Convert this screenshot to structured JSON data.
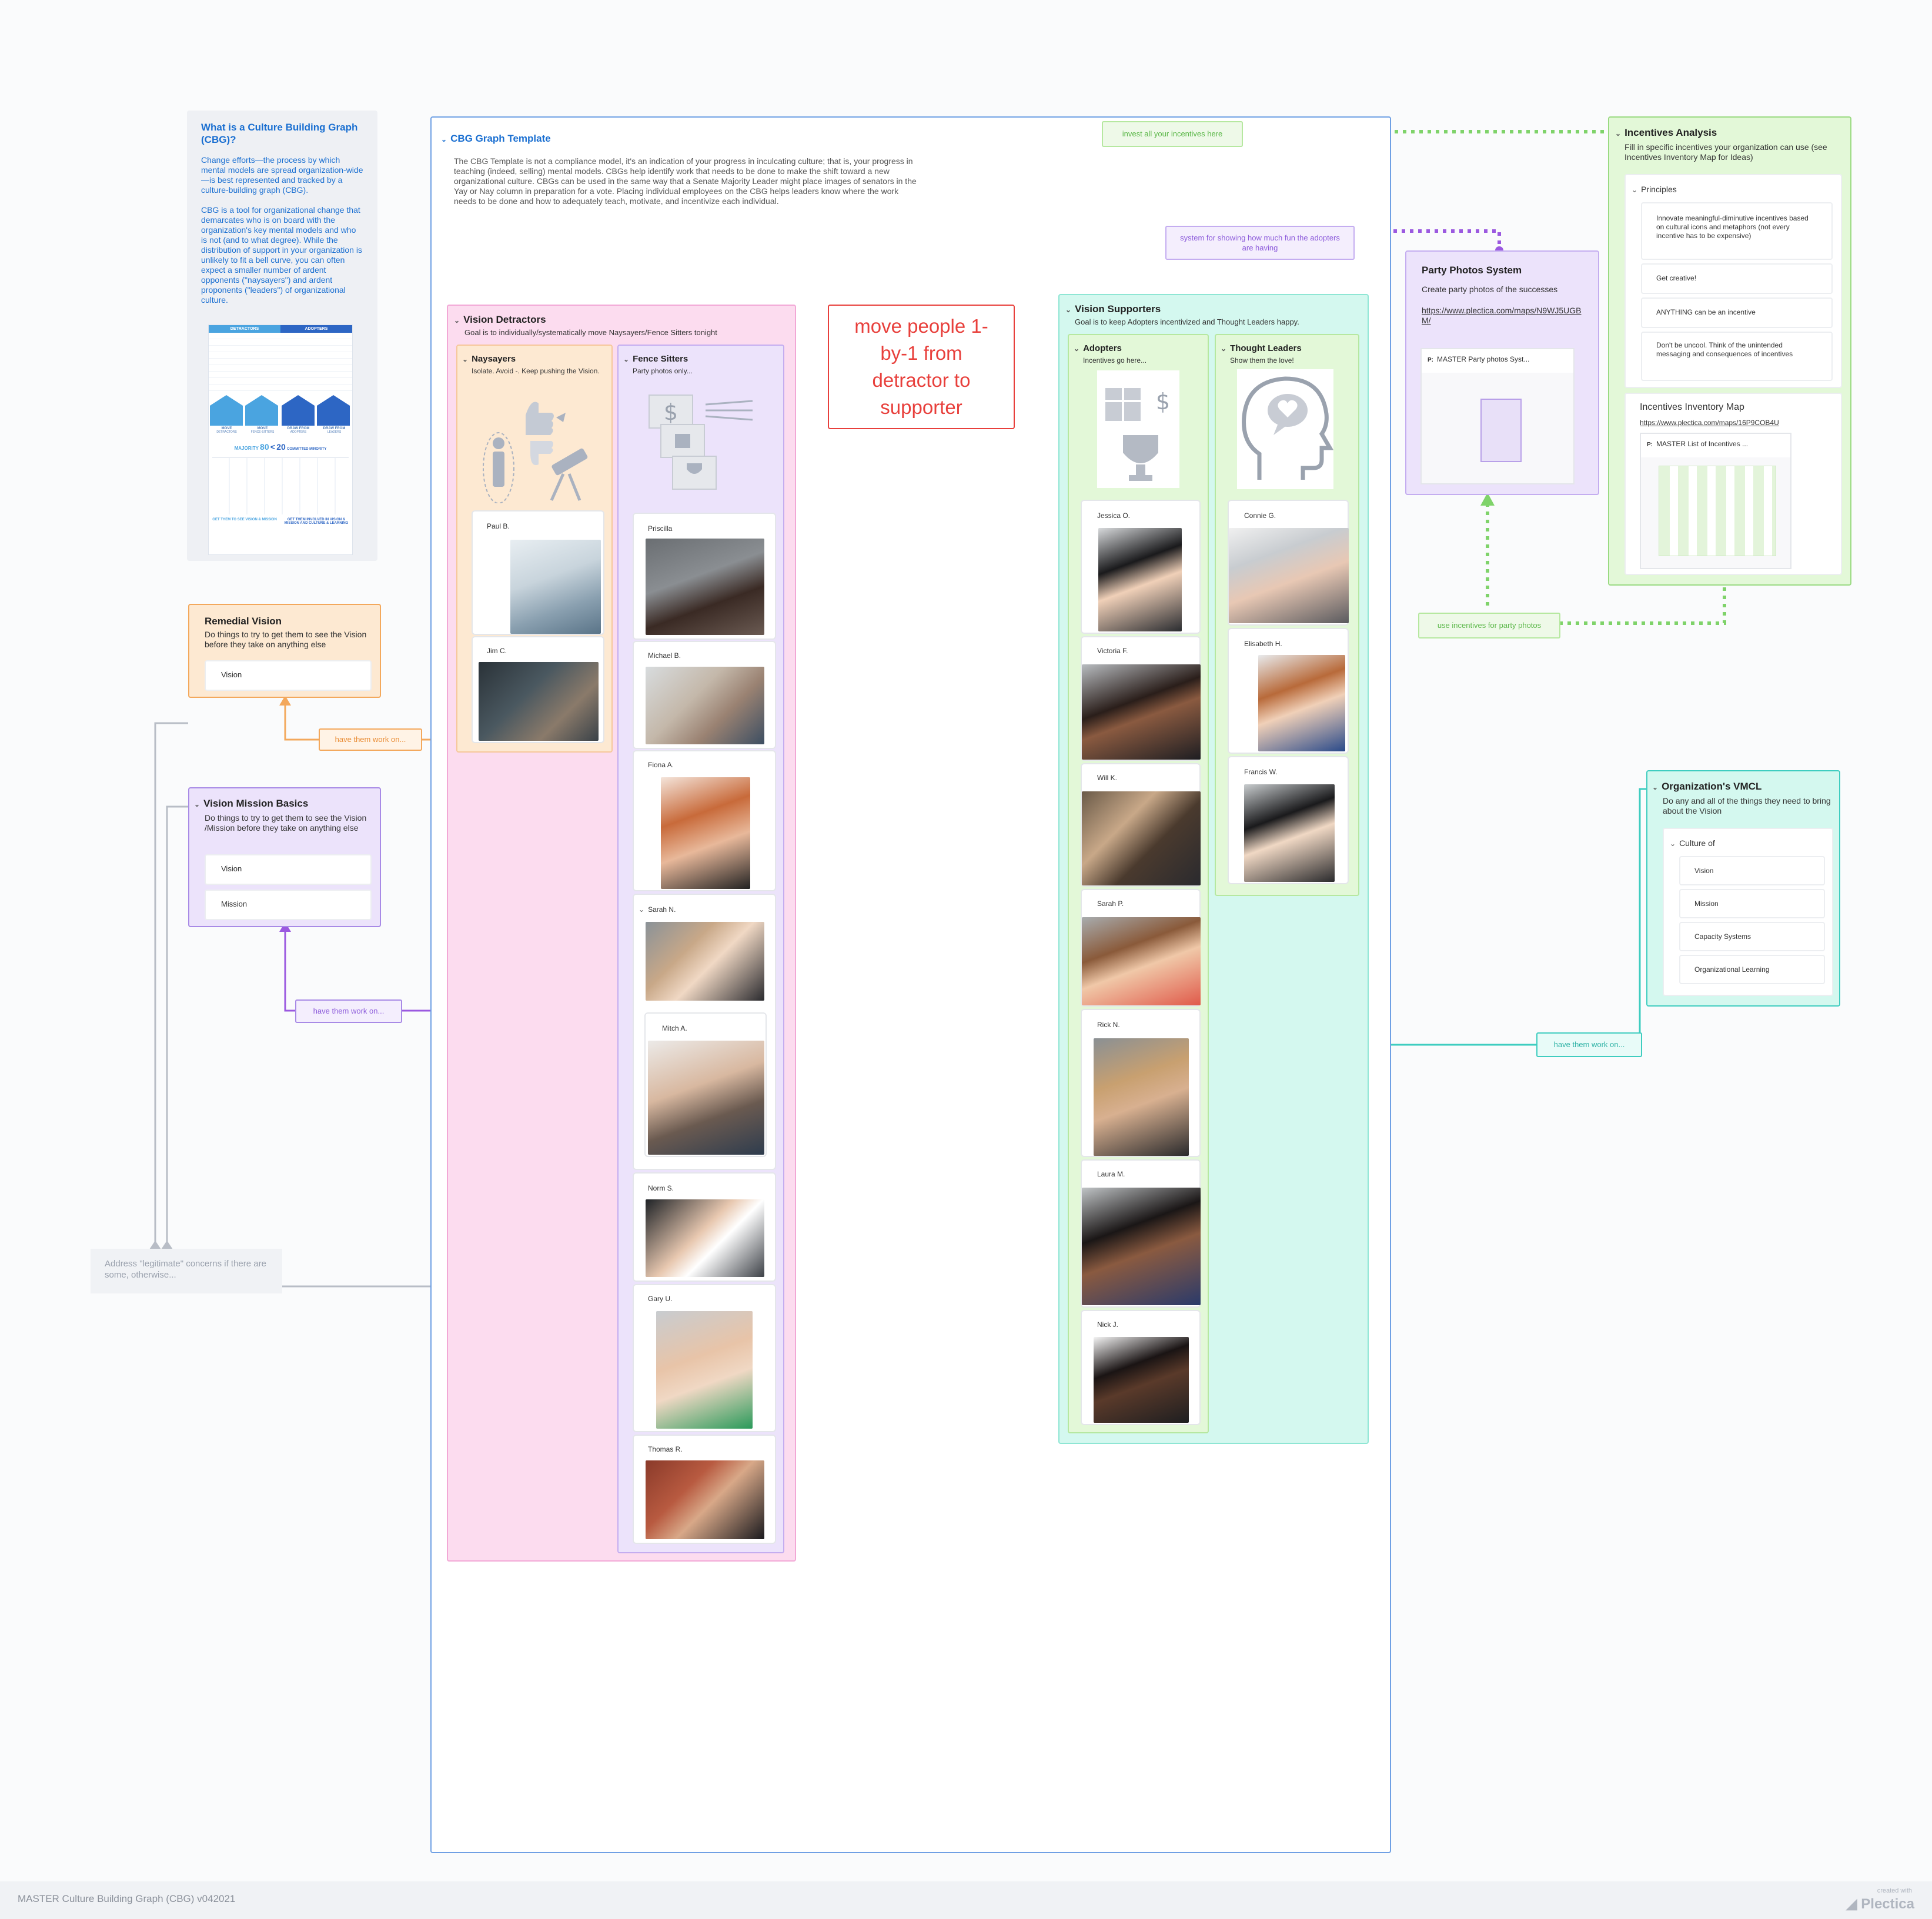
{
  "sidebar": {
    "title": "What is a Culture Building Graph (CBG)?",
    "para1": "Change efforts—the process by which mental models are spread organization-wide—is best represented and tracked by a culture-building graph (CBG).",
    "para2": "CBG is a tool for organizational change that demarcates who is on board with the organization's key mental models and who is not (and to what degree). While the distribution of support in your organization is unlikely to fit a bell curve, you can often expect a smaller number of ardent opponents (\"naysayers\") and ardent proponents (\"leaders\") of organizational culture.",
    "infographic": {
      "col1": "DETRACTORS",
      "col2": "ADOPTERS",
      "majority": "MAJORITY",
      "num1": "80",
      "lt": "<",
      "num2": "20",
      "committed": "COMMITTED MINORITY",
      "labels": [
        "DETRACTORS",
        "FENCE-SITTERS",
        "ADOPTERS",
        "LEADERS"
      ],
      "moves": [
        "MOVE",
        "MOVE",
        "DRAW FROM",
        "DRAW FROM"
      ],
      "cta1": "GET THEM TO SEE VISION & MISSION",
      "cta2": "GET THEM INVOLVED IN VISION & MISSION AND CULTURE & LEARNING"
    }
  },
  "remedial_vision": {
    "title": "Remedial Vision",
    "desc": "Do things to try to get them to see the Vision before they take on anything else",
    "items": [
      "Vision"
    ]
  },
  "vision_mission_basics": {
    "title": "Vision Mission Basics",
    "desc": "Do things to try to get them to see the Vision /Mission before they take on anything else",
    "items": [
      "Vision",
      "Mission"
    ]
  },
  "address_note": "Address \"legitimate\" concerns if there are some, otherwise...",
  "work_tags": [
    "have them work on...",
    "have them work on...",
    "have them work on..."
  ],
  "template": {
    "title": "CBG Graph Template",
    "desc": "The CBG Template is not a compliance model, it's an indication of your progress in inculcating culture; that is, your progress in teaching (indeed, selling) mental models. CBGs help identify work that needs to be done to make the shift toward a new organizational culture. CBGs can be used in the same way that a Senate Majority Leader might place images of senators in the Yay or Nay column in preparation for a vote. Placing individual employees on the CBG helps leaders know where the work needs to be done and how to adequately teach, motivate, and incentivize each individual."
  },
  "detractors": {
    "title": "Vision Detractors",
    "desc": "Goal is to individually/systematically move Naysayers/Fence Sitters tonight",
    "naysayers": {
      "title": "Naysayers",
      "desc": "Isolate. Avoid -. Keep pushing the Vision.",
      "people": [
        "Paul B.",
        "Jim C."
      ]
    },
    "fence_sitters": {
      "title": "Fence Sitters",
      "desc": "Party photos only...",
      "people": [
        "Priscilla",
        "Michael B.",
        "Fiona A.",
        "Sarah N.",
        "Mitch A.",
        "Norm S.",
        "Gary U.",
        "Thomas R."
      ]
    }
  },
  "move_note": "move people 1-by-1 from detractor to supporter",
  "supporters": {
    "title": "Vision Supporters",
    "desc": "Goal is to keep Adopters incentivized and Thought Leaders happy.",
    "adopters": {
      "title": "Adopters",
      "desc": "Incentives go here...",
      "people": [
        "Jessica O.",
        "Victoria F.",
        "Will K.",
        "Sarah P.",
        "Rick N.",
        "Laura M.",
        "Nick J."
      ]
    },
    "thought_leaders": {
      "title": "Thought Leaders",
      "desc": "Show them the love!",
      "people": [
        "Connie G.",
        "Elisabeth H.",
        "Francis W."
      ]
    }
  },
  "invest_tag": "invest all your incentives here",
  "system_tag": "system for showing how much fun the adopters are having",
  "party_incentive_tag": "use incentives for party photos",
  "party_photos": {
    "title": "Party Photos System",
    "desc": "Create party photos of the successes",
    "link": "https://www.plectica.com/maps/N9WJ5UGBM/",
    "embed_title": "MASTER Party photos Syst..."
  },
  "incentives": {
    "title": "Incentives Analysis",
    "desc": "Fill in specific incentives your organization can use (see Incentives Inventory Map for Ideas)",
    "principles_title": "Principles",
    "principles": [
      "Innovate meaningful-diminutive incentives based on cultural icons and metaphors (not every incentive has to be expensive)",
      "Get creative!",
      "ANYTHING can be an incentive",
      "Don't be uncool. Think of the unintended messaging and consequences of incentives"
    ],
    "inventory_title": "Incentives Inventory Map",
    "inventory_link": "https://www.plectica.com/maps/16P9COB4U",
    "inventory_embed": "MASTER List of Incentives ..."
  },
  "vmcl": {
    "title": "Organization's VMCL",
    "desc": "Do any and all of the things they need to bring about the Vision",
    "culture_title": "Culture of",
    "items": [
      "Vision",
      "Mission",
      "Capacity Systems",
      "Organizational Learning"
    ]
  },
  "footer": {
    "map_title": "MASTER Culture Building Graph (CBG) v042021",
    "created_with": "created with",
    "brand": "Plectica"
  },
  "colors": {
    "detractor_bg": "#fcdcef",
    "naysayer_bg": "#fde9d2",
    "fence_bg": "#ece3fb",
    "supporter_bg": "#d4f8ef",
    "adopter_bg": "#e3f8d8",
    "red_accent": "#e8403c",
    "blue_accent": "#1a6fd1"
  }
}
